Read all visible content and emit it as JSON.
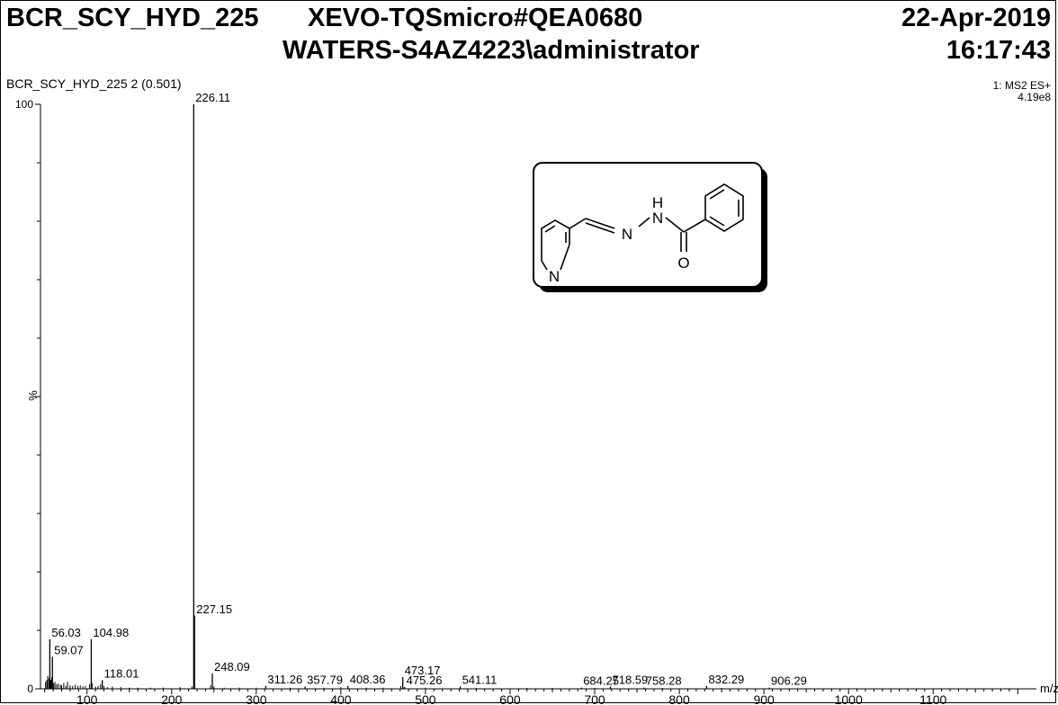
{
  "header": {
    "sample_name": "BCR_SCY_HYD_225",
    "instrument": "XEVO-TQSmicro#QEA0680",
    "date": "22-Apr-2019",
    "user": "WATERS-S4AZ4223\\administrator",
    "time": "16:17:43"
  },
  "spectrum_info": {
    "scan_label": "BCR_SCY_HYD_225 2 (0.501)",
    "function_label": "1: MS2 ES+",
    "intensity": "4.19e8"
  },
  "structure": {
    "atom_labels": {
      "n_ring": "N",
      "n_imine": "N",
      "n_amide": "N",
      "h_amide": "H",
      "o_carbonyl": "O"
    }
  },
  "chart_data": {
    "type": "bar",
    "title": "BCR_SCY_HYD_225 2 (0.501)",
    "xlabel": "m/z",
    "ylabel": "%",
    "xlim": [
      45,
      1205
    ],
    "ylim": [
      0,
      100
    ],
    "x_ticks": [
      100,
      200,
      300,
      400,
      500,
      600,
      700,
      800,
      900,
      1000,
      1100
    ],
    "y_ticks": [
      0,
      100
    ],
    "colors": {
      "peaks": "#000000",
      "axes": "#000000"
    },
    "peaks": [
      {
        "mz": 226.11,
        "rel": 100,
        "label": "226.11"
      },
      {
        "mz": 227.15,
        "rel": 12.5,
        "label": "227.15"
      },
      {
        "mz": 56.03,
        "rel": 8.5,
        "label": "56.03"
      },
      {
        "mz": 104.98,
        "rel": 8.5,
        "label": "104.98"
      },
      {
        "mz": 59.07,
        "rel": 5.5,
        "label": "59.07"
      },
      {
        "mz": 118.01,
        "rel": 1.5,
        "label": "118.01"
      },
      {
        "mz": 248.09,
        "rel": 2.6,
        "label": "248.09"
      },
      {
        "mz": 311.26,
        "rel": 0.5,
        "label": "311.26"
      },
      {
        "mz": 357.79,
        "rel": 0.4,
        "label": "357.79"
      },
      {
        "mz": 408.36,
        "rel": 0.5,
        "label": "408.36"
      },
      {
        "mz": 473.17,
        "rel": 2.0,
        "label": "473.17"
      },
      {
        "mz": 475.26,
        "rel": 0.3,
        "label": "475.26"
      },
      {
        "mz": 541.11,
        "rel": 0.4,
        "label": "541.11"
      },
      {
        "mz": 684.25,
        "rel": 0.2,
        "label": "684.25"
      },
      {
        "mz": 718.59,
        "rel": 0.4,
        "label": "718.59"
      },
      {
        "mz": 758.28,
        "rel": 0.2,
        "label": "758.28"
      },
      {
        "mz": 832.29,
        "rel": 0.5,
        "label": "832.29"
      },
      {
        "mz": 906.29,
        "rel": 0.2,
        "label": "906.29"
      }
    ],
    "noise_peaks": [
      {
        "mz": 51.0,
        "rel": 1.2
      },
      {
        "mz": 52.5,
        "rel": 1.5
      },
      {
        "mz": 53.5,
        "rel": 2.2
      },
      {
        "mz": 55.0,
        "rel": 1.8
      },
      {
        "mz": 57.2,
        "rel": 1.5
      },
      {
        "mz": 58.3,
        "rel": 2.0
      },
      {
        "mz": 60.5,
        "rel": 1.0
      },
      {
        "mz": 62.0,
        "rel": 1.2
      },
      {
        "mz": 64.0,
        "rel": 0.8
      },
      {
        "mz": 66.0,
        "rel": 0.9
      },
      {
        "mz": 68.5,
        "rel": 0.7
      },
      {
        "mz": 70.0,
        "rel": 0.6
      },
      {
        "mz": 72.5,
        "rel": 1.0
      },
      {
        "mz": 75.0,
        "rel": 0.5
      },
      {
        "mz": 77.0,
        "rel": 1.2
      },
      {
        "mz": 80.0,
        "rel": 0.6
      },
      {
        "mz": 83.0,
        "rel": 0.5
      },
      {
        "mz": 86.0,
        "rel": 0.7
      },
      {
        "mz": 89.0,
        "rel": 0.5
      },
      {
        "mz": 92.0,
        "rel": 0.6
      },
      {
        "mz": 95.0,
        "rel": 0.4
      },
      {
        "mz": 98.0,
        "rel": 0.5
      },
      {
        "mz": 103.0,
        "rel": 0.8
      },
      {
        "mz": 106.0,
        "rel": 1.0
      },
      {
        "mz": 110.0,
        "rel": 0.4
      },
      {
        "mz": 113.0,
        "rel": 0.5
      },
      {
        "mz": 116.0,
        "rel": 0.8
      },
      {
        "mz": 120.0,
        "rel": 0.5
      },
      {
        "mz": 124.0,
        "rel": 0.3
      },
      {
        "mz": 130.0,
        "rel": 0.4
      },
      {
        "mz": 140.0,
        "rel": 0.3
      },
      {
        "mz": 150.0,
        "rel": 0.2
      },
      {
        "mz": 160.0,
        "rel": 0.2
      },
      {
        "mz": 175.0,
        "rel": 0.2
      },
      {
        "mz": 190.0,
        "rel": 0.2
      },
      {
        "mz": 210.0,
        "rel": 0.3
      },
      {
        "mz": 224.0,
        "rel": 0.4
      },
      {
        "mz": 246.0,
        "rel": 0.6
      },
      {
        "mz": 250.0,
        "rel": 0.4
      },
      {
        "mz": 262.0,
        "rel": 0.2
      },
      {
        "mz": 280.0,
        "rel": 0.2
      },
      {
        "mz": 300.0,
        "rel": 0.2
      },
      {
        "mz": 340.0,
        "rel": 0.2
      },
      {
        "mz": 380.0,
        "rel": 0.2
      },
      {
        "mz": 400.0,
        "rel": 0.3
      },
      {
        "mz": 430.0,
        "rel": 0.2
      },
      {
        "mz": 450.0,
        "rel": 0.2
      },
      {
        "mz": 471.0,
        "rel": 0.5
      },
      {
        "mz": 500.0,
        "rel": 0.2
      },
      {
        "mz": 560.0,
        "rel": 0.15
      },
      {
        "mz": 620.0,
        "rel": 0.15
      },
      {
        "mz": 650.0,
        "rel": 0.15
      },
      {
        "mz": 700.0,
        "rel": 0.2
      },
      {
        "mz": 780.0,
        "rel": 0.15
      },
      {
        "mz": 850.0,
        "rel": 0.15
      }
    ]
  }
}
